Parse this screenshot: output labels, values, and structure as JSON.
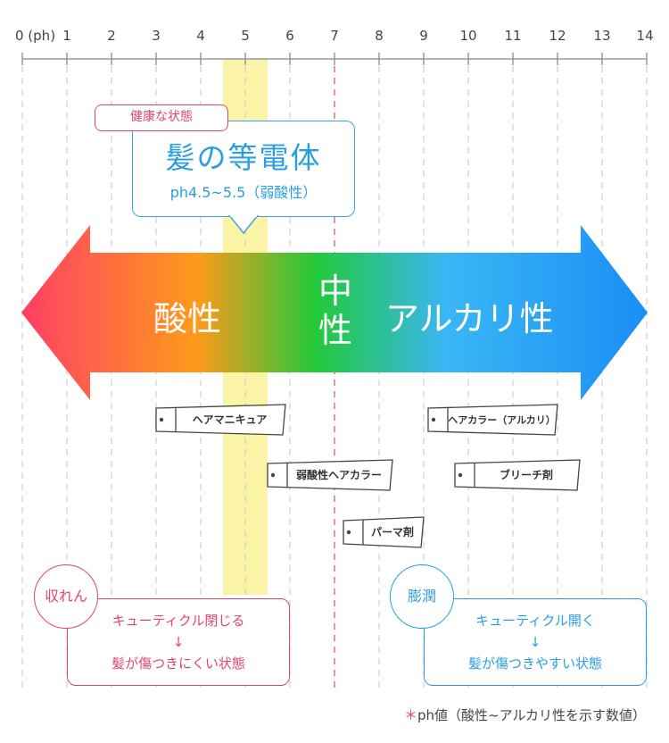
{
  "scale": {
    "ticks": [
      "0 (ph)",
      "1",
      "2",
      "3",
      "4",
      "5",
      "6",
      "7",
      "8",
      "9",
      "10",
      "11",
      "12",
      "13",
      "14"
    ],
    "min": 0,
    "max": 14,
    "highlight_range": [
      4.5,
      5.5
    ],
    "neutral": 7
  },
  "healthy_callout": {
    "tag": "健康な状態",
    "title": "髪の等電体",
    "subtitle": "ph4.5~5.5（弱酸性）"
  },
  "arrow": {
    "acid_label": "酸性",
    "neutral_label": "中\n性",
    "alkali_label": "アルカリ性",
    "colors": [
      "#ff3f66",
      "#ff9a1a",
      "#22c93a",
      "#3ab6f5",
      "#1a8ef5"
    ]
  },
  "products": [
    {
      "label": "ヘアマニキュア",
      "start": 3.0,
      "end": 5.9,
      "row": 0
    },
    {
      "label": "弱酸性ヘアカラー",
      "start": 5.5,
      "end": 8.3,
      "row": 1
    },
    {
      "label": "パーマ剤",
      "start": 7.2,
      "end": 9.0,
      "row": 2
    },
    {
      "label": "ヘアカラー（アルカリ）",
      "start": 9.1,
      "end": 12.0,
      "row": 0
    },
    {
      "label": "ブリーチ剤",
      "start": 9.7,
      "end": 12.5,
      "row": 1
    }
  ],
  "acid_effect": {
    "badge": "収れん",
    "line1": "キューティクル閉じる",
    "arrow": "↓",
    "line2": "髪が傷つきにくい状態",
    "color": "#e2466a"
  },
  "alkali_effect": {
    "badge": "膨潤",
    "line1": "キューティクル開く",
    "arrow": "↓",
    "line2": "髪が傷つきやすい状態",
    "color": "#2a9ee0"
  },
  "footnote": {
    "mark": "＊",
    "text": "ph値（酸性~アルカリ性を示す数値）"
  }
}
